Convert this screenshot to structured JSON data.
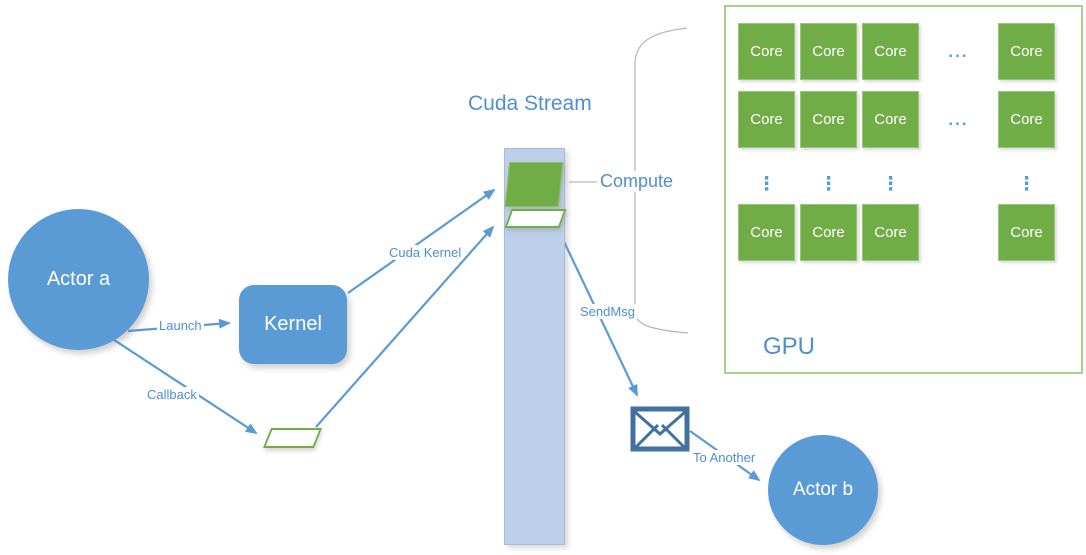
{
  "diagram": {
    "stream_title": "Cuda Stream",
    "actor_a": "Actor a",
    "actor_b": "Actor b",
    "kernel": "Kernel",
    "compute": "Compute",
    "edges": {
      "launch": "Launch",
      "callback": "Callback",
      "cuda_kernel": "Cuda Kernel",
      "send_msg": "SendMsg",
      "to_another": "To Another"
    },
    "gpu": {
      "label": "GPU",
      "core_label": "Core",
      "hdots": "...",
      "vdots": "⋮",
      "rows": [
        {
          "type": "cores",
          "cells": [
            "core",
            "core",
            "core",
            "hdots",
            "core"
          ]
        },
        {
          "type": "cores",
          "cells": [
            "core",
            "core",
            "core",
            "hdots",
            "core"
          ]
        },
        {
          "type": "vdots",
          "cells": [
            "vdots",
            "vdots",
            "vdots",
            "blank",
            "vdots"
          ]
        },
        {
          "type": "cores",
          "cells": [
            "core",
            "core",
            "core",
            "blank",
            "core"
          ]
        }
      ]
    },
    "colors": {
      "accent_blue": "#5B9BD5",
      "text_blue": "#4E8FD0",
      "green": "#70AD47",
      "stream_fill": "#BDD0E9",
      "gpu_border": "#A9D18E",
      "envelope_blue": "#41719C",
      "brace_gray": "#B9B9B9"
    }
  }
}
